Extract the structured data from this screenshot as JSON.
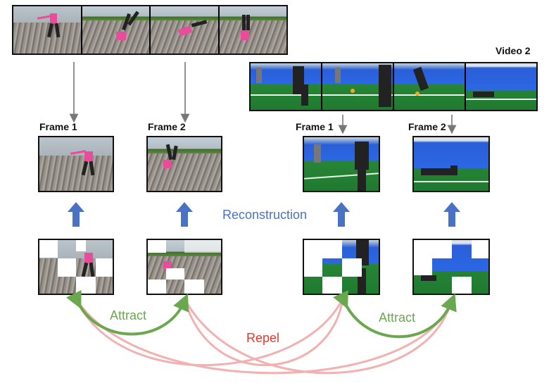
{
  "video2_label": "Video 2",
  "frame_labels": {
    "v1_frame1": "Frame 1",
    "v1_frame2": "Frame 2",
    "v2_frame1": "Frame 1",
    "v2_frame2": "Frame 2"
  },
  "reconstruction_label": "Reconstruction",
  "attract_label": "Attract",
  "attract_label_2": "Attract",
  "repel_label": "Repel",
  "colors": {
    "reconstruction_arrow": "#4a72c4",
    "attract_arc": "#6aa84f",
    "repel_arc": "#f0a3a3",
    "repel_text": "#e03b2f",
    "gray_arrow": "#777777"
  }
}
